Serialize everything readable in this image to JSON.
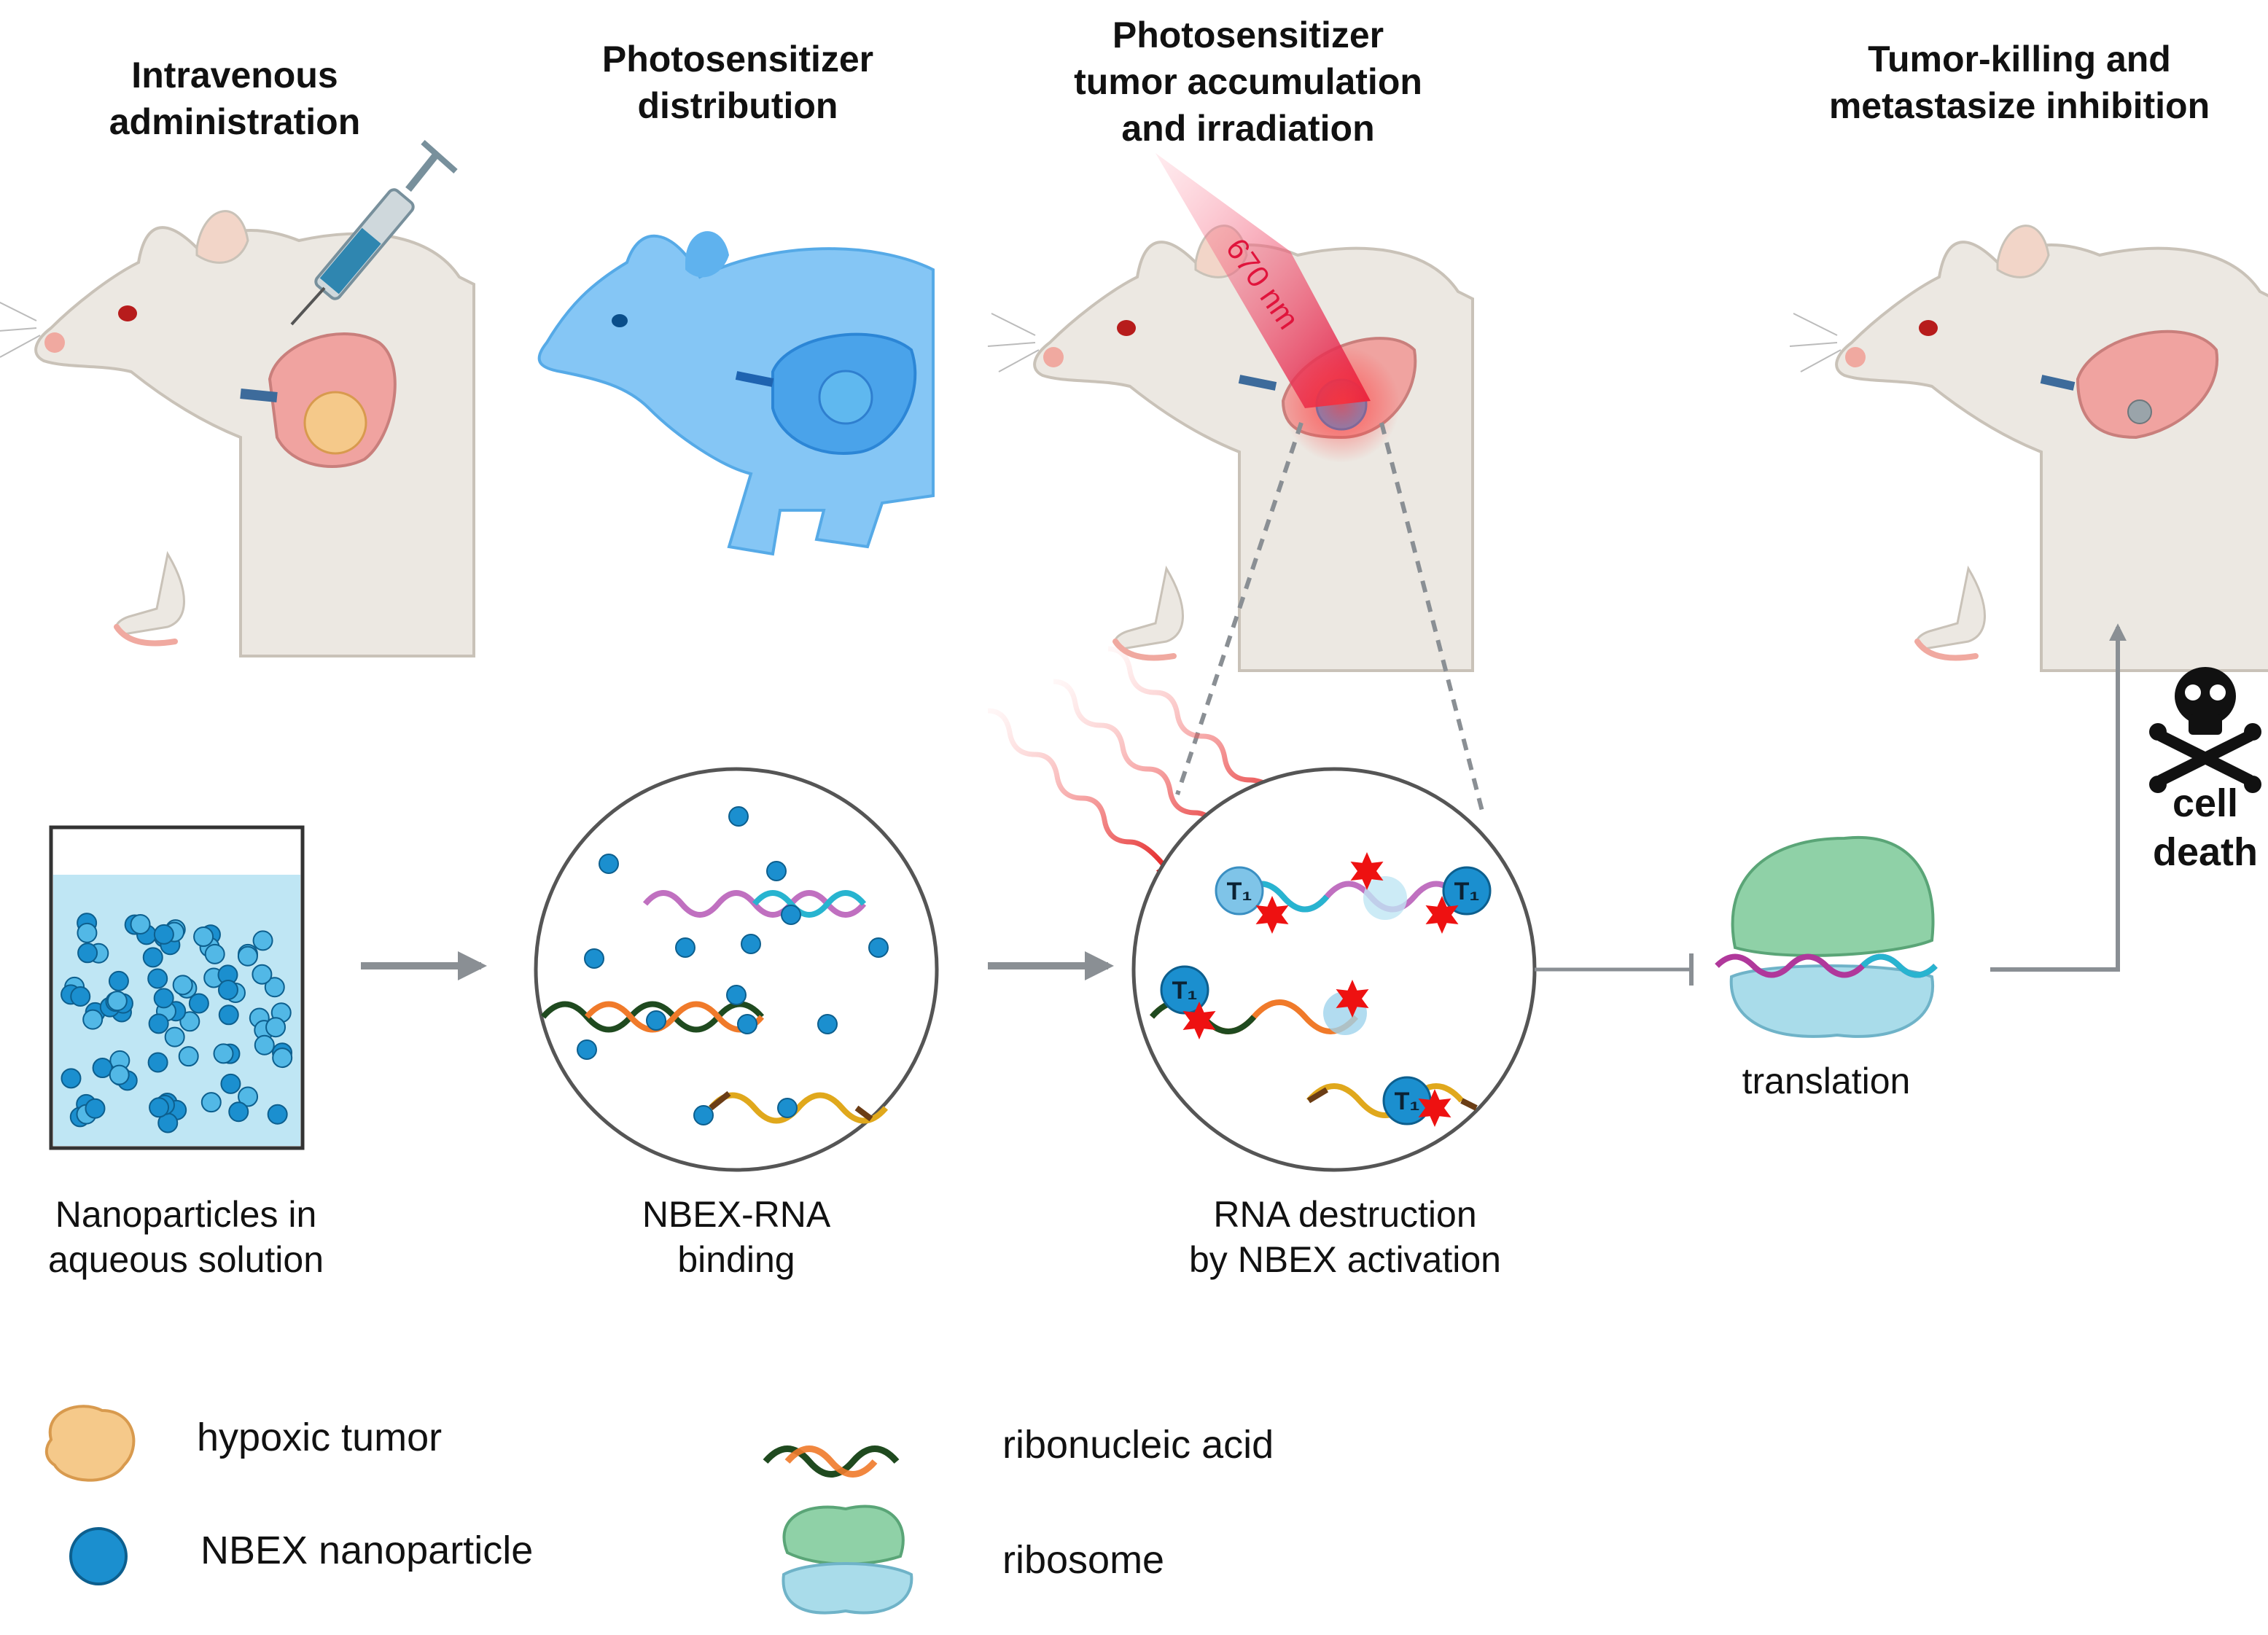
{
  "titles": {
    "step1": [
      "Intravenous",
      "administration"
    ],
    "step2": [
      "Photosensitizer",
      "distribution"
    ],
    "step3": [
      "Photosensitizer",
      "tumor accumulation",
      "and irradiation"
    ],
    "step4": [
      "Tumor-killing and",
      "metastasize inhibition"
    ]
  },
  "laser_label": "670 nm",
  "captions": {
    "beaker": [
      "Nanoparticles in",
      "aqueous solution"
    ],
    "binding": [
      "NBEX-RNA",
      "binding"
    ],
    "destruction": [
      "RNA destruction",
      "by NBEX activation"
    ],
    "translation": "translation",
    "death": [
      "cell",
      "death"
    ]
  },
  "triplet_label": "T₁",
  "legend": {
    "hypoxic_tumor": "hypoxic tumor",
    "nbex_nanoparticle": "NBEX nanoparticle",
    "ribonucleic_acid": "ribonucleic acid",
    "ribosome": "ribosome"
  },
  "colors": {
    "nanoparticle": "#1b8fcf",
    "laser": "#e0143c",
    "tumor": "#f5c98a",
    "ribosome_top": "#8fd1a7",
    "ribosome_bottom": "#a9dcea",
    "rna_orange": "#f07a2a",
    "rna_green": "#1f4a1f",
    "arrow_gray": "#8a8f94"
  }
}
